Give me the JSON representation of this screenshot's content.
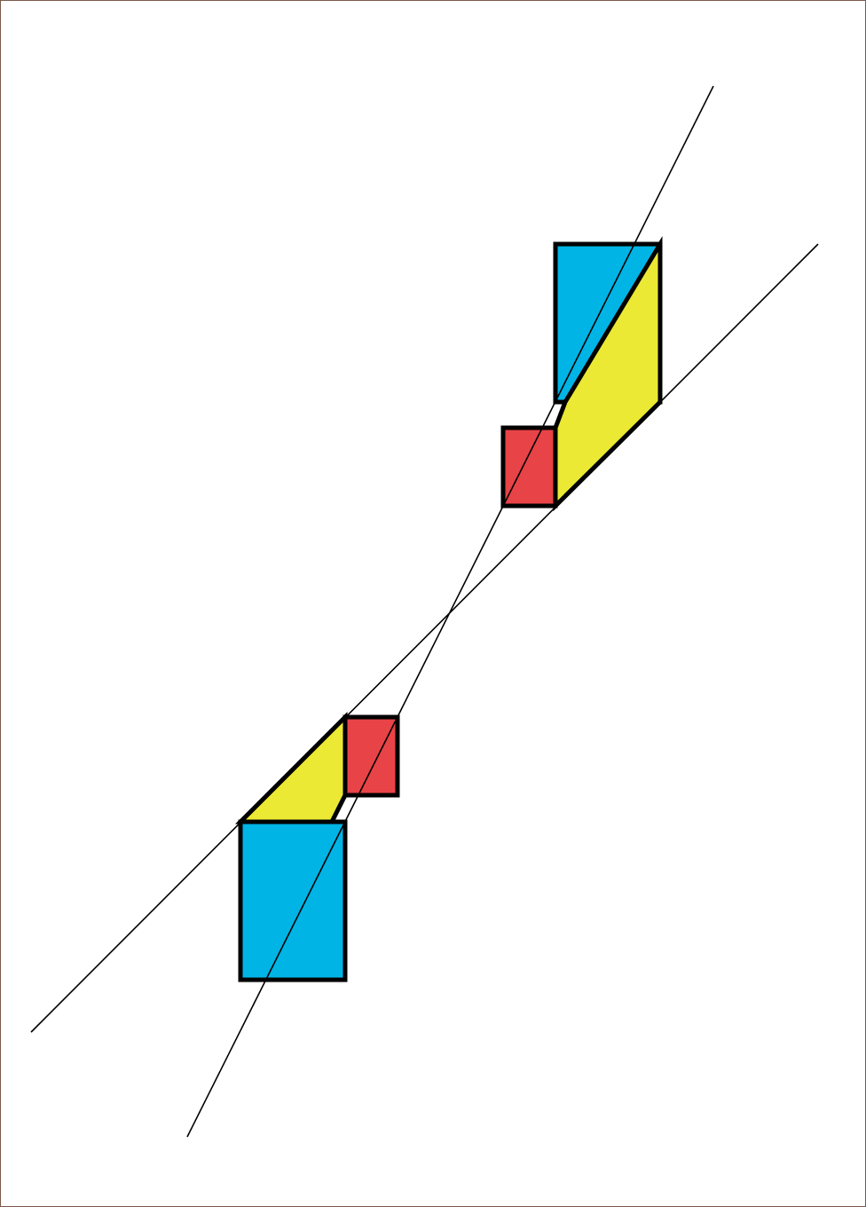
{
  "colors": {
    "frame": "#7a5a4a",
    "background": "#ffffff",
    "cyan": "#00b4e6",
    "yellow": "#ebe934",
    "red": "#e84347",
    "outline": "#000000",
    "line": "#000000"
  },
  "shapes": [
    {
      "name": "upper-cyan-rectangle",
      "color": "cyan"
    },
    {
      "name": "upper-yellow-parallelogram",
      "color": "yellow"
    },
    {
      "name": "upper-red-rectangle",
      "color": "red"
    },
    {
      "name": "lower-cyan-rectangle",
      "color": "cyan"
    },
    {
      "name": "lower-yellow-parallelogram",
      "color": "yellow"
    },
    {
      "name": "lower-red-rectangle",
      "color": "red"
    }
  ],
  "lines": [
    {
      "name": "steep-diagonal-line"
    },
    {
      "name": "shallow-diagonal-line"
    }
  ]
}
